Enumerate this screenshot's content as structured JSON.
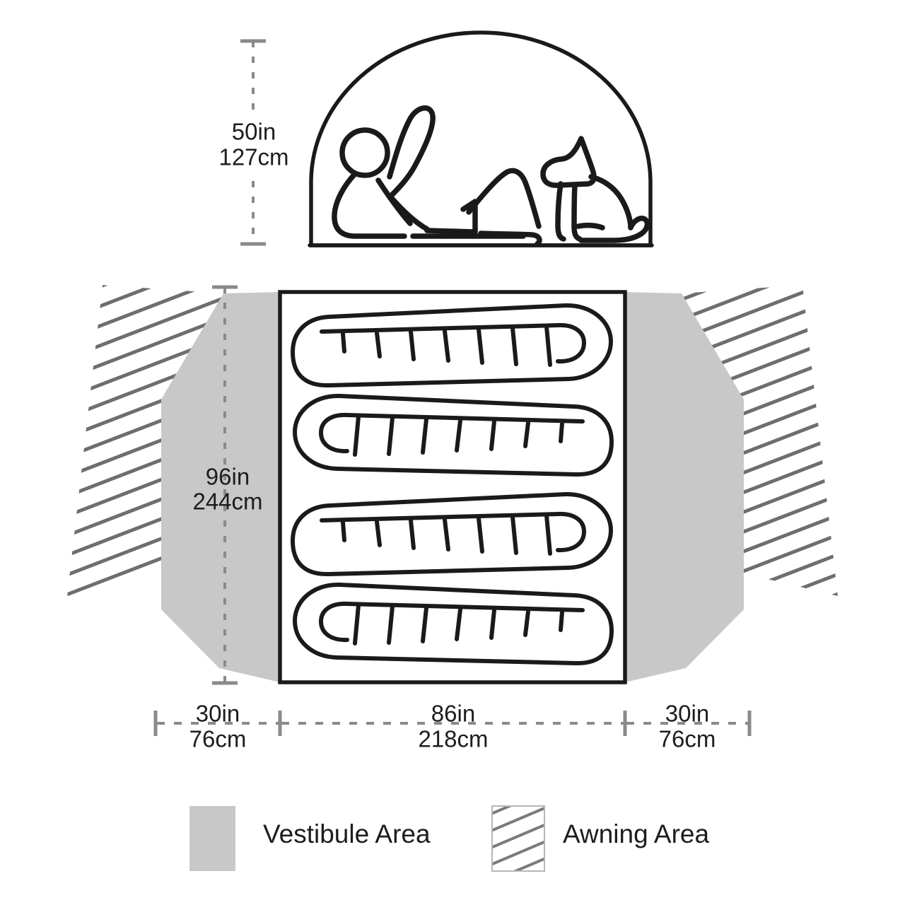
{
  "diagram": {
    "title": "Tent Floorplan Diagram",
    "colors": {
      "line": "#1a1a1a",
      "vestibule_fill": "#c8c8c8",
      "awning_hatch": "#6e6e6e",
      "dimension_line": "#8a8a8a",
      "background": "#ffffff"
    }
  },
  "dimensions": {
    "peak_height": {
      "imperial": "50in",
      "metric": "127cm"
    },
    "floor_depth": {
      "imperial": "96in",
      "metric": "244cm"
    },
    "left_vestibule_width": {
      "imperial": "30in",
      "metric": "76cm"
    },
    "floor_width": {
      "imperial": "86in",
      "metric": "218cm"
    },
    "right_vestibule_width": {
      "imperial": "30in",
      "metric": "76cm"
    }
  },
  "legend": {
    "items": [
      {
        "label": "Vestibule Area",
        "swatch": "solid-gray"
      },
      {
        "label": "Awning Area",
        "swatch": "diagonal-hatch"
      }
    ]
  },
  "elevation": {
    "figures": [
      {
        "name": "reclining-person",
        "count": 1
      },
      {
        "name": "sitting-dog",
        "count": 1
      }
    ]
  },
  "floorplan": {
    "sleeping_bags": [
      {
        "index": 1,
        "hood_side": "right"
      },
      {
        "index": 2,
        "hood_side": "left"
      },
      {
        "index": 3,
        "hood_side": "right"
      },
      {
        "index": 4,
        "hood_side": "left"
      }
    ],
    "capacity": 4
  }
}
